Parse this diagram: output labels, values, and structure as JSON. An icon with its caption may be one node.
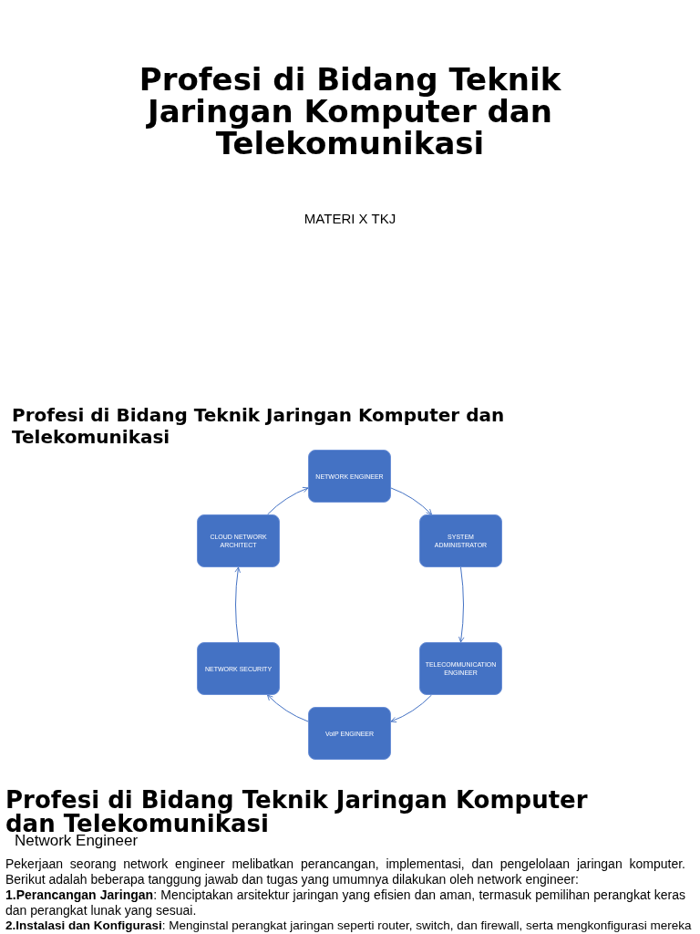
{
  "diagram": {
    "title": "Profesi di Bidang Teknik Jaringan Komputer dan Telekomunikasi",
    "nodes": [
      {
        "text": [
          "NETWORK ENGINEER"
        ]
      },
      {
        "text": [
          "CLOUD NETWORK ARCHITECT"
        ]
      },
      {
        "text": [
          "SYSTEM ADMINISTRATOR"
        ]
      },
      {
        "text": [
          "NETWORK SECURITY"
        ]
      },
      {
        "text": [
          "TELECOMMUNICATION ENGINEER"
        ]
      },
      {
        "text": [
          "VoIP ENGINEER"
        ]
      }
    ],
    "edges": [
      {
        "from": 0,
        "to": 2,
        "arrow": "to"
      },
      {
        "from": 2,
        "to": 4,
        "arrow": "to"
      },
      {
        "from": 4,
        "to": 5,
        "arrow": "to"
      },
      {
        "from": 5,
        "to": 3,
        "arrow": "to"
      },
      {
        "from": 3,
        "to": 1,
        "arrow": "to"
      },
      {
        "from": 1,
        "to": 0,
        "arrow": "to"
      }
    ],
    "labels": [
      "MATERI X TKJ",
      "Profesi di Bidang Teknik Jaringan Komputer dan Telekomunikasi",
      "Profesi di Bidang Teknik Jaringan Komputer dan Telekomunikasi",
      "Network Engineer",
      "Pekerjaan seorang network engineer melibatkan perancangan, implementasi, dan pengelolaan jaringan komputer. Berikut adalah beberapa tanggung jawab dan tugas yang umumnya dilakukan oleh network engineer:",
      "**1.Perancangan Jaringan**: Menciptakan arsitektur jaringan yang efisien dan aman, termasuk pemilihan perangkat keras dan perangkat lunak yang sesuai.",
      "**2.Instalasi dan Konfigurasi**: Menginstal perangkat jaringan seperti router, switch, dan firewall, serta mengkonfigurasi mereka"
    ]
  }
}
